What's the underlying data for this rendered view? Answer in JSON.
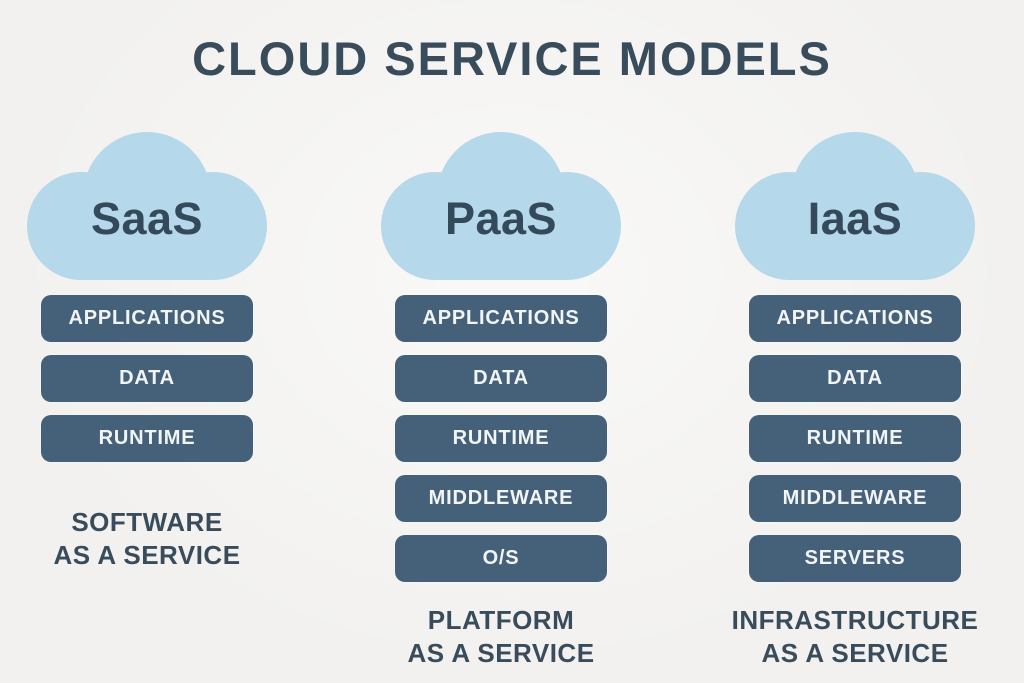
{
  "title": "CLOUD SERVICE MODELS",
  "colors": {
    "background": "#f2f1ef",
    "cloud": "#b5d8ea",
    "layer_box": "#45617a",
    "dark_text": "#394c5c",
    "layer_text": "#f2f5f7"
  },
  "columns": [
    {
      "cloud_label": "SaaS",
      "layers": [
        "APPLICATIONS",
        "DATA",
        "RUNTIME"
      ],
      "service_line1": "SOFTWARE",
      "service_line2": "AS A SERVICE"
    },
    {
      "cloud_label": "PaaS",
      "layers": [
        "APPLICATIONS",
        "DATA",
        "RUNTIME",
        "MIDDLEWARE",
        "O/S"
      ],
      "service_line1": "PLATFORM",
      "service_line2": "AS A SERVICE"
    },
    {
      "cloud_label": "IaaS",
      "layers": [
        "APPLICATIONS",
        "DATA",
        "RUNTIME",
        "MIDDLEWARE",
        "SERVERS"
      ],
      "service_line1": "INFRASTRUCTURE",
      "service_line2": "AS A SERVICE"
    }
  ]
}
